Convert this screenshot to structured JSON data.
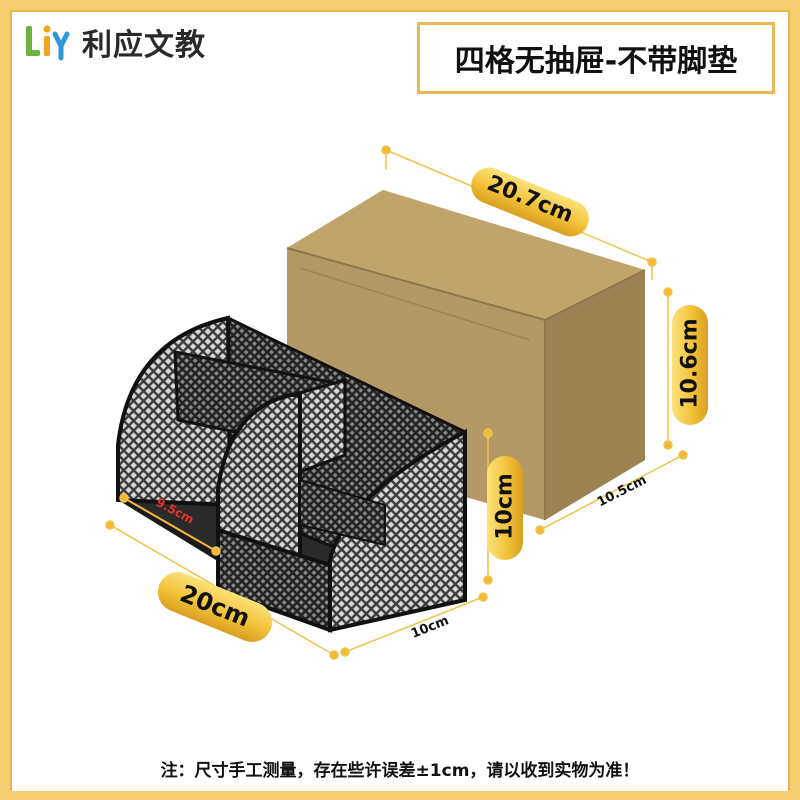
{
  "brand": {
    "mark_text": "LiY",
    "name": "利应文教",
    "mark_colors": {
      "l": "#6db33f",
      "i": "#f2a51e",
      "y": "#2c9ad7"
    }
  },
  "title": "四格无抽屉-不带脚垫",
  "dimensions": {
    "box_length": "20.7cm",
    "box_height": "10.6cm",
    "box_width": "10.5cm",
    "organizer_length": "20cm",
    "organizer_height": "10cm",
    "organizer_width": "10cm",
    "inner_depth": "9.5cm"
  },
  "note": "注：尺寸手工测量，存在些许误差±1cm，请以收到实物为准！",
  "colors": {
    "border_gold": "#f3cd6e",
    "pill_gold": "#f6c842",
    "cardboard": "#b59a63",
    "mesh": "#1c1c1c",
    "inner_depth_text": "#e8322a"
  }
}
